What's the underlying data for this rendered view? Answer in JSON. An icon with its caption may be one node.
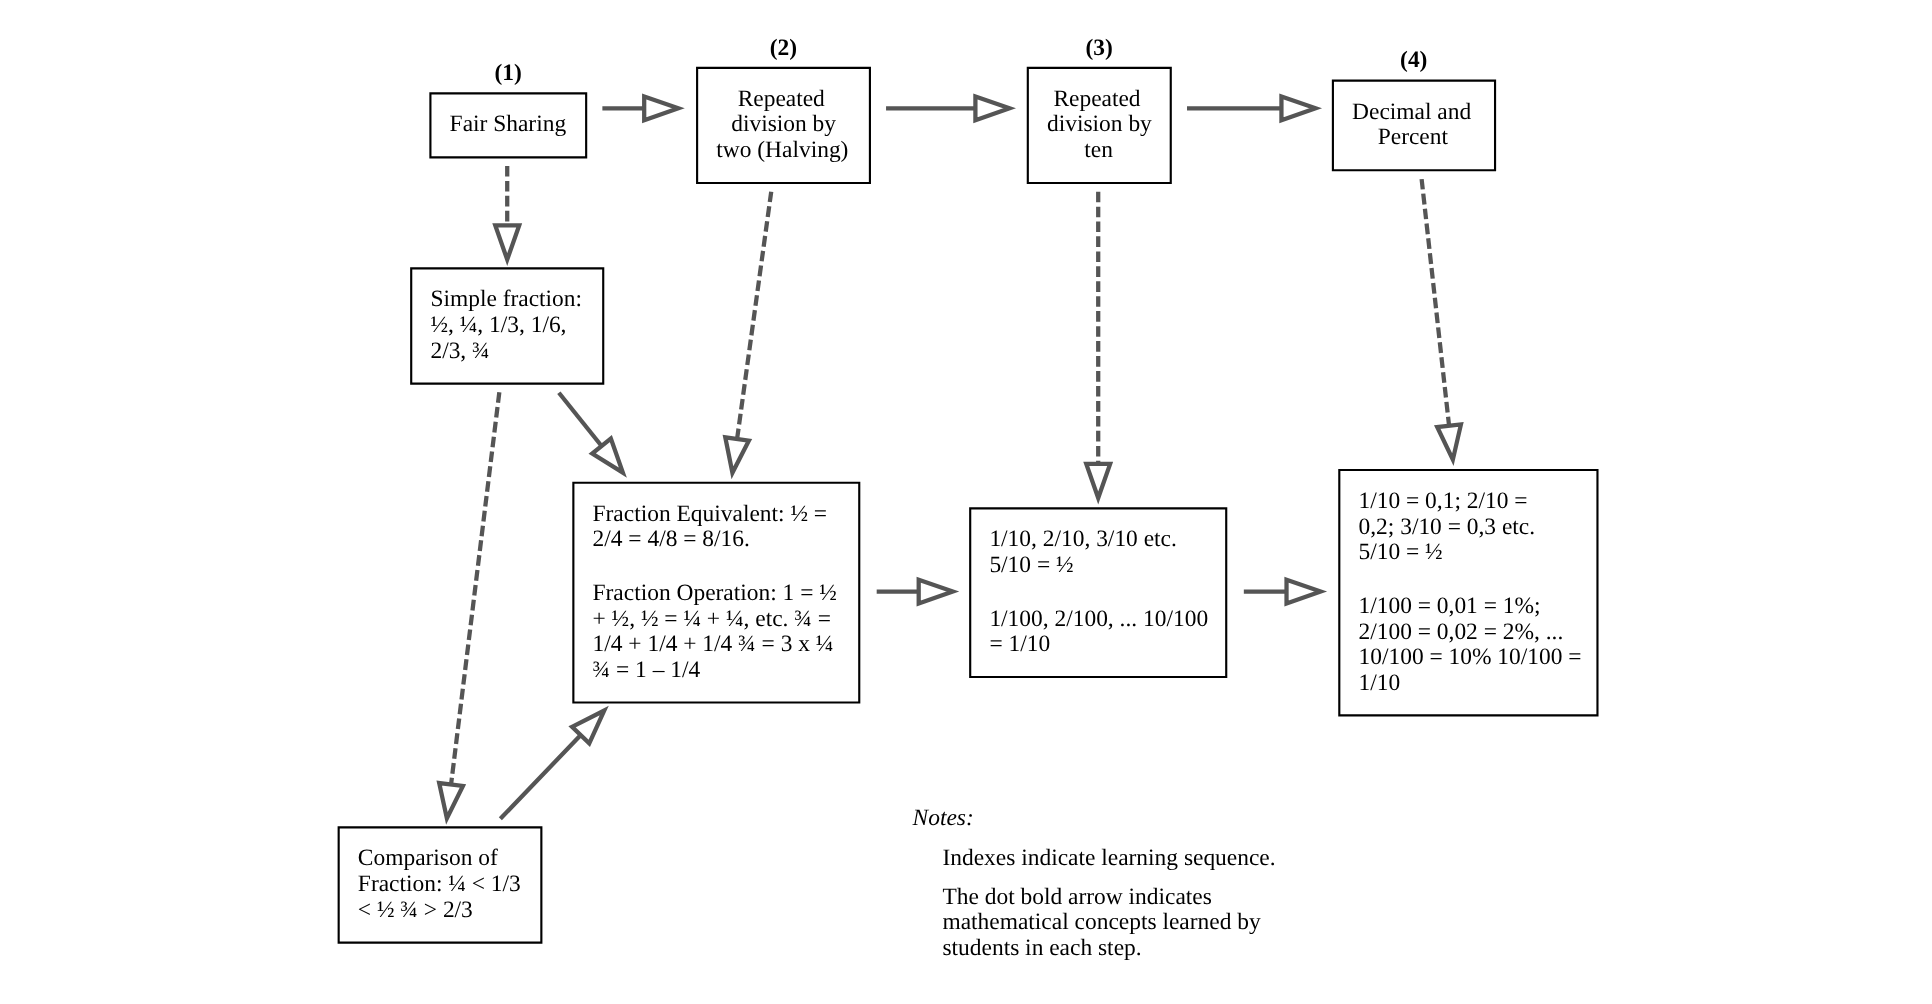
{
  "diagram": {
    "nodes": [
      {
        "text": [
          "Fair Sharing"
        ],
        "beside": [
          "(1)"
        ]
      },
      {
        "text": [
          "Repeated division by two (Halving)"
        ],
        "beside": [
          "(2)"
        ]
      },
      {
        "text": [
          "Repeated division by ten"
        ],
        "beside": [
          "(3)"
        ]
      },
      {
        "text": [
          "Decimal and Percent"
        ],
        "beside": [
          "(4)"
        ]
      },
      {
        "text": [
          "Simple fraction: ½, ¼, 1/3, 1/6, 2/3, ¾"
        ]
      },
      {
        "text": [
          "Fraction Equivalent: ½ = 2/4 = 4/8 = 8/16.",
          "Fraction Operation: 1 = ½ + ½, ½ = ¼ + ¼, etc. ¾ = 1/4 + 1/4 + 1/4 ¾ = 3 x ¼ ¾ = 1 – 1/4"
        ]
      },
      {
        "text": [
          "1/10, 2/10, 3/10 etc. 5/10 = ½",
          "1/100, 2/100, ... 10/100 = 1/10"
        ]
      },
      {
        "text": [
          "1/10 = 0,1; 2/10 = 0,2; 3/10 = 0,3 etc. 5/10 = ½",
          "1/100 = 0,01 = 1%; 2/100 = 0,02 = 2%, ... 10/100 = 10% 10/100 = 1/10"
        ]
      },
      {
        "text": [
          "Comparison of Fraction: ¼ < 1/3 < ½ ¾ > 2/3"
        ]
      }
    ],
    "edges": [
      {
        "from": 0,
        "to": 1,
        "arrow": "to"
      },
      {
        "from": 1,
        "to": 2,
        "arrow": "to"
      },
      {
        "from": 2,
        "to": 3,
        "arrow": "to"
      },
      {
        "from": 0,
        "to": 4,
        "arrow": "to",
        "style": "dashed"
      },
      {
        "from": 1,
        "to": 5,
        "arrow": "to",
        "style": "dashed"
      },
      {
        "from": 2,
        "to": 6,
        "arrow": "to",
        "style": "dashed"
      },
      {
        "from": 3,
        "to": 7,
        "arrow": "to",
        "style": "dashed"
      },
      {
        "from": 4,
        "to": 5,
        "arrow": "to"
      },
      {
        "from": 4,
        "to": 8,
        "arrow": "to",
        "style": "dashed"
      },
      {
        "from": 8,
        "to": 5,
        "arrow": "to"
      },
      {
        "from": 5,
        "to": 6,
        "arrow": "to"
      },
      {
        "from": 6,
        "to": 7,
        "arrow": "to"
      }
    ],
    "labels": [
      "Notes:",
      "Indexes indicate learning sequence.",
      "The dot bold arrow indicates mathematical concepts learned by students in each step."
    ]
  }
}
